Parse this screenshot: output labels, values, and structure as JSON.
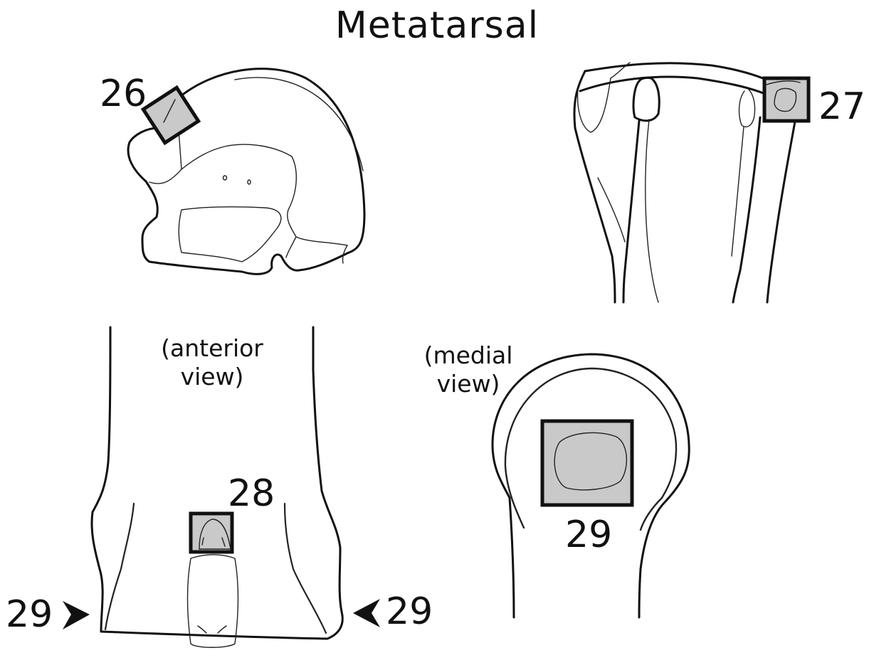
{
  "title": "Metatarsal",
  "labels": {
    "n26": "26",
    "n27": "27",
    "n28": "28",
    "n29_left": "29",
    "n29_right": "29",
    "n29_medial": "29"
  },
  "captions": {
    "anterior": "(anterior view)",
    "medial": "(medial view)"
  },
  "colors": {
    "highlight_fill": "#c9c9c9",
    "outline": "#111111",
    "background": "#ffffff"
  }
}
